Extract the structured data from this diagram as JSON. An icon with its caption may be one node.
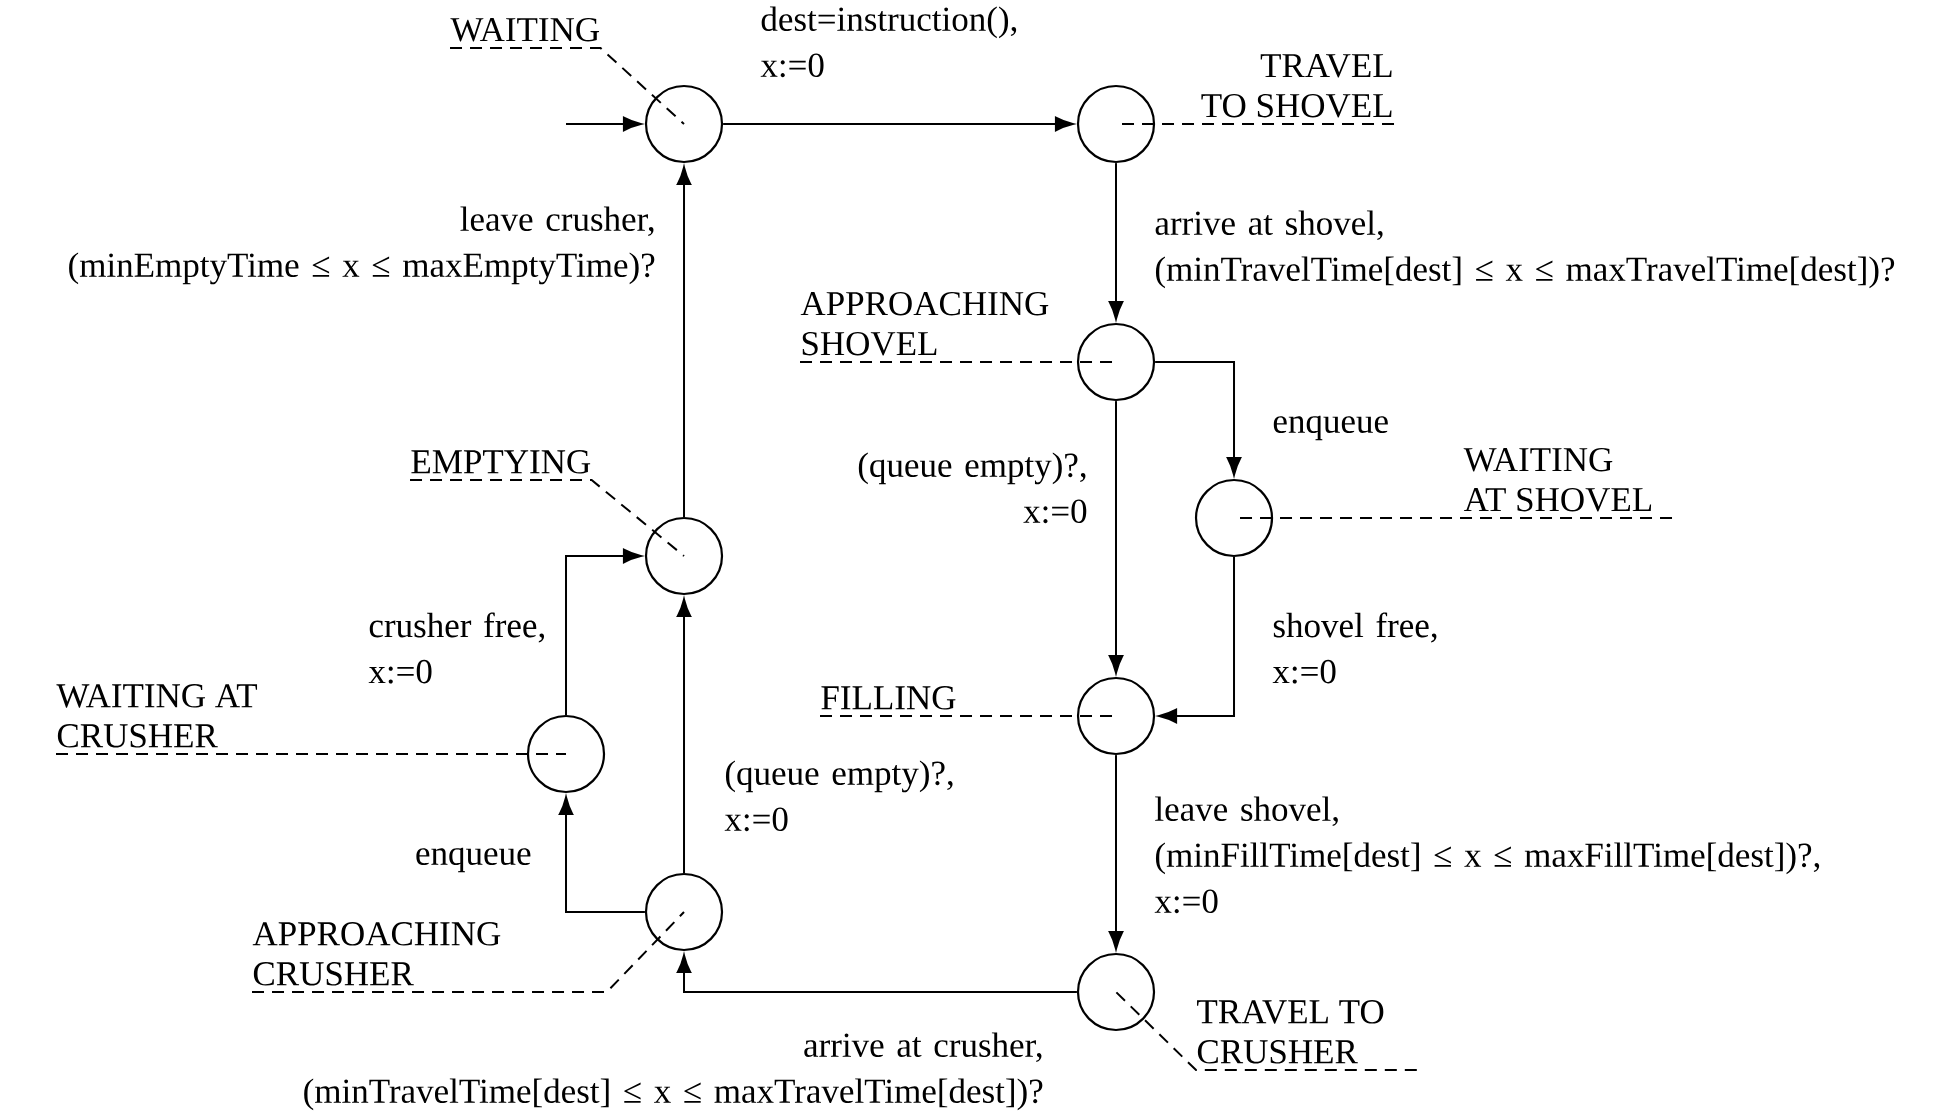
{
  "diagram": {
    "nodes": [
      {
        "text": [
          "WAITING"
        ]
      },
      {
        "text": [],
        "shape": "circle"
      },
      {
        "text": [
          "TRAVEL TO SHOVEL"
        ]
      },
      {
        "text": [],
        "shape": "circle"
      },
      {
        "text": [
          "APPROACHING SHOVEL"
        ]
      },
      {
        "text": [],
        "shape": "circle"
      },
      {
        "text": [
          "WAITING AT SHOVEL"
        ]
      },
      {
        "text": [],
        "shape": "circle"
      },
      {
        "text": [
          "FILLING"
        ]
      },
      {
        "text": [],
        "shape": "circle"
      },
      {
        "text": [
          "TRAVEL TO CRUSHER"
        ]
      },
      {
        "text": [],
        "shape": "circle"
      },
      {
        "text": [
          "APPROACHING CRUSHER"
        ]
      },
      {
        "text": [],
        "shape": "circle"
      },
      {
        "text": [
          "WAITING AT CRUSHER"
        ]
      },
      {
        "text": [],
        "shape": "circle"
      },
      {
        "text": [
          "EMPTYING"
        ]
      },
      {
        "text": [],
        "shape": "circle"
      }
    ],
    "edges": [
      {
        "from": null,
        "to": 1,
        "arrow": "to"
      },
      {
        "from": 1,
        "to": 3,
        "arrow": "to",
        "label": "dest=instruction(), x:=0"
      },
      {
        "from": 3,
        "to": 5,
        "arrow": "to",
        "label": "arrive at shovel, (minTravelTime[dest] ≤ x ≤ maxTravelTime[dest])?"
      },
      {
        "from": 5,
        "to": 7,
        "arrow": "to",
        "label": "enqueue"
      },
      {
        "from": 5,
        "to": 9,
        "arrow": "to",
        "label": "(queue empty)?, x:=0"
      },
      {
        "from": 7,
        "to": 9,
        "arrow": "to",
        "label": "shovel free, x:=0"
      },
      {
        "from": 9,
        "to": 11,
        "arrow": "to",
        "label": "leave shovel, (minFillTime[dest] ≤ x ≤ maxFillTime[dest])?, x:=0"
      },
      {
        "from": 11,
        "to": 13,
        "arrow": "to",
        "label": "arrive at crusher, (minTravelTime[dest] ≤ x ≤ maxTravelTime[dest])?"
      },
      {
        "from": 13,
        "to": 15,
        "arrow": "to",
        "label": "enqueue"
      },
      {
        "from": 13,
        "to": 17,
        "arrow": "to",
        "label": "(queue empty)?, x:=0"
      },
      {
        "from": 15,
        "to": 17,
        "arrow": "to",
        "label": "crusher free, x:=0"
      },
      {
        "from": 17,
        "to": 1,
        "arrow": "to",
        "label": "leave crusher, (minEmptyTime ≤ x ≤ maxEmptyTime)?"
      },
      {
        "from": 0,
        "to": 1,
        "arrow": "none",
        "style": "dashed"
      },
      {
        "from": 2,
        "to": 3,
        "arrow": "none",
        "style": "dashed"
      },
      {
        "from": 4,
        "to": 5,
        "arrow": "none",
        "style": "dashed"
      },
      {
        "from": 6,
        "to": 7,
        "arrow": "none",
        "style": "dashed"
      },
      {
        "from": 8,
        "to": 9,
        "arrow": "none",
        "style": "dashed"
      },
      {
        "from": 10,
        "to": 11,
        "arrow": "none",
        "style": "dashed"
      },
      {
        "from": 12,
        "to": 13,
        "arrow": "none",
        "style": "dashed"
      },
      {
        "from": 14,
        "to": 15,
        "arrow": "none",
        "style": "dashed"
      },
      {
        "from": 16,
        "to": 17,
        "arrow": "none",
        "style": "dashed"
      }
    ]
  }
}
